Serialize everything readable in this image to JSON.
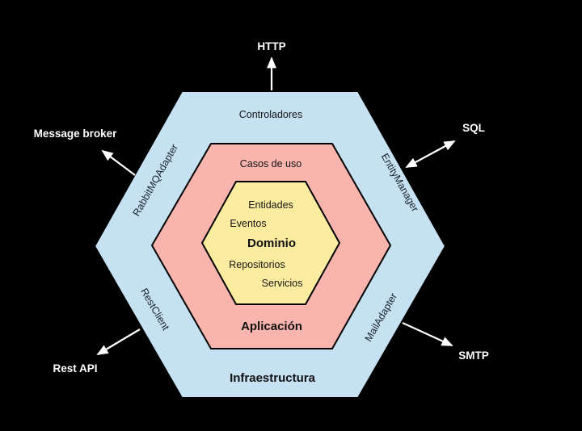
{
  "colors": {
    "background": "#000000",
    "infrastructure_fill": "#c5e1f2",
    "application_fill": "#f8b4ad",
    "domain_fill": "#fcec9f",
    "border": "#000000",
    "arrow": "#ffffff",
    "external_text": "#ffffff"
  },
  "hexagons": {
    "infrastructure": {
      "label": "Infraestructura",
      "top_label": "Controladores"
    },
    "application": {
      "label": "Aplicación",
      "top_label": "Casos de uso"
    },
    "domain": {
      "label": "Dominio",
      "items": [
        "Entidades",
        "Eventos",
        "Repositorios",
        "Servicios"
      ]
    }
  },
  "adapters": {
    "top_left": "RabbitMQAdapter",
    "top_right": "EntityManager",
    "bottom_left": "RestClient",
    "bottom_right": "MailAdapter"
  },
  "external": {
    "top": "HTTP",
    "top_left": "Message broker",
    "top_right": "SQL",
    "bottom_left": "Rest API",
    "bottom_right": "SMTP"
  }
}
